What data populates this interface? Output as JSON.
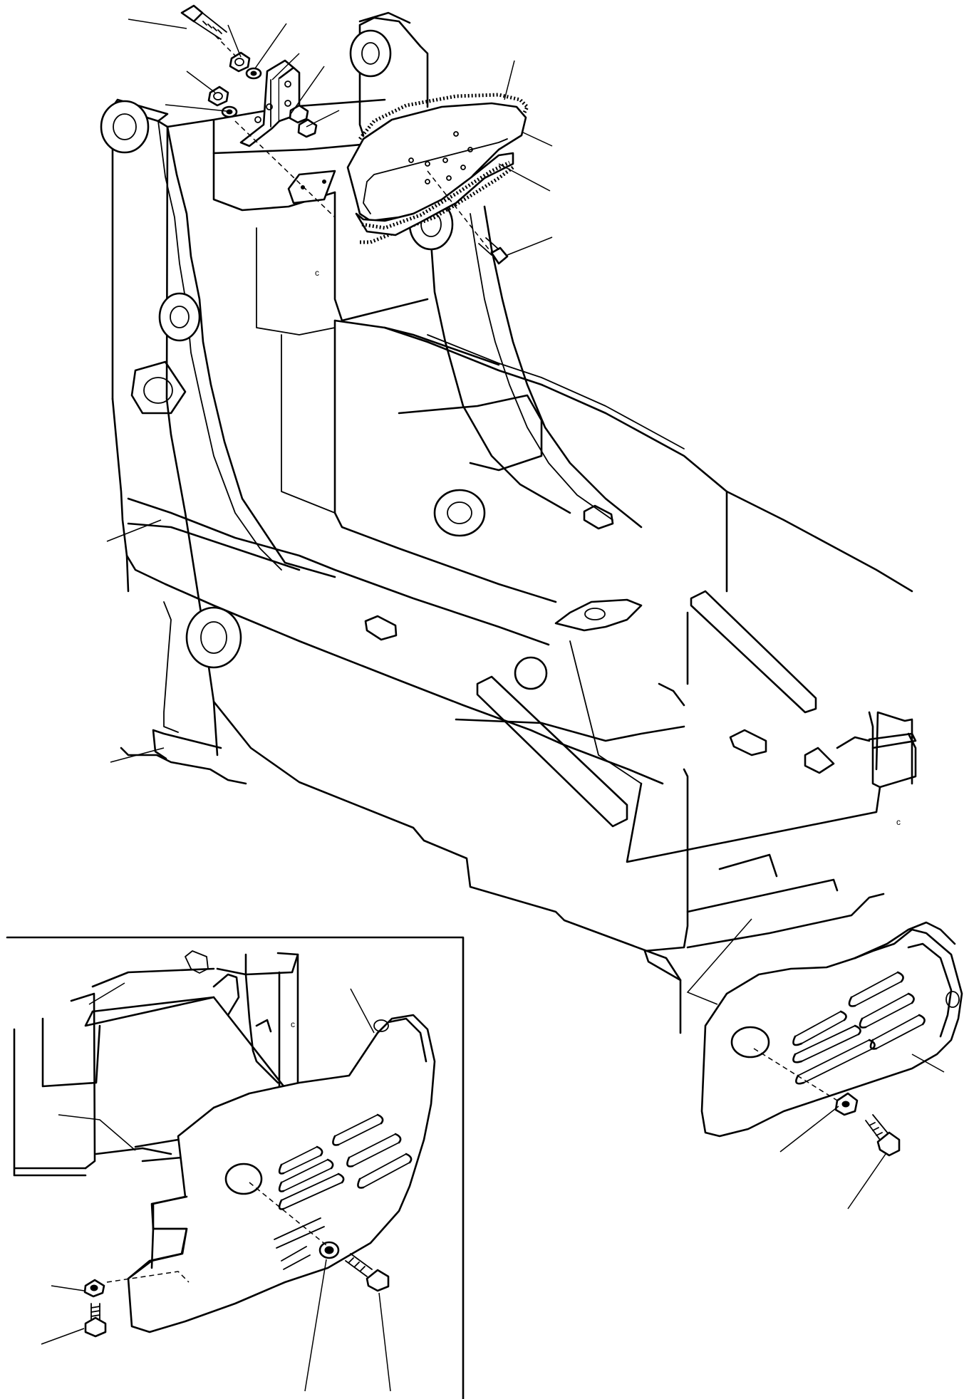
{
  "figure": {
    "type": "exploded parts diagram",
    "leader_line_count": 28
  },
  "colors": {
    "line": "#000000",
    "background": "#ffffff"
  },
  "parts": [
    "cap-screw",
    "washer",
    "nut",
    "bracket",
    "cover-plate",
    "gasket",
    "bolt",
    "frame",
    "counterweight-right",
    "counterweight-detail"
  ]
}
